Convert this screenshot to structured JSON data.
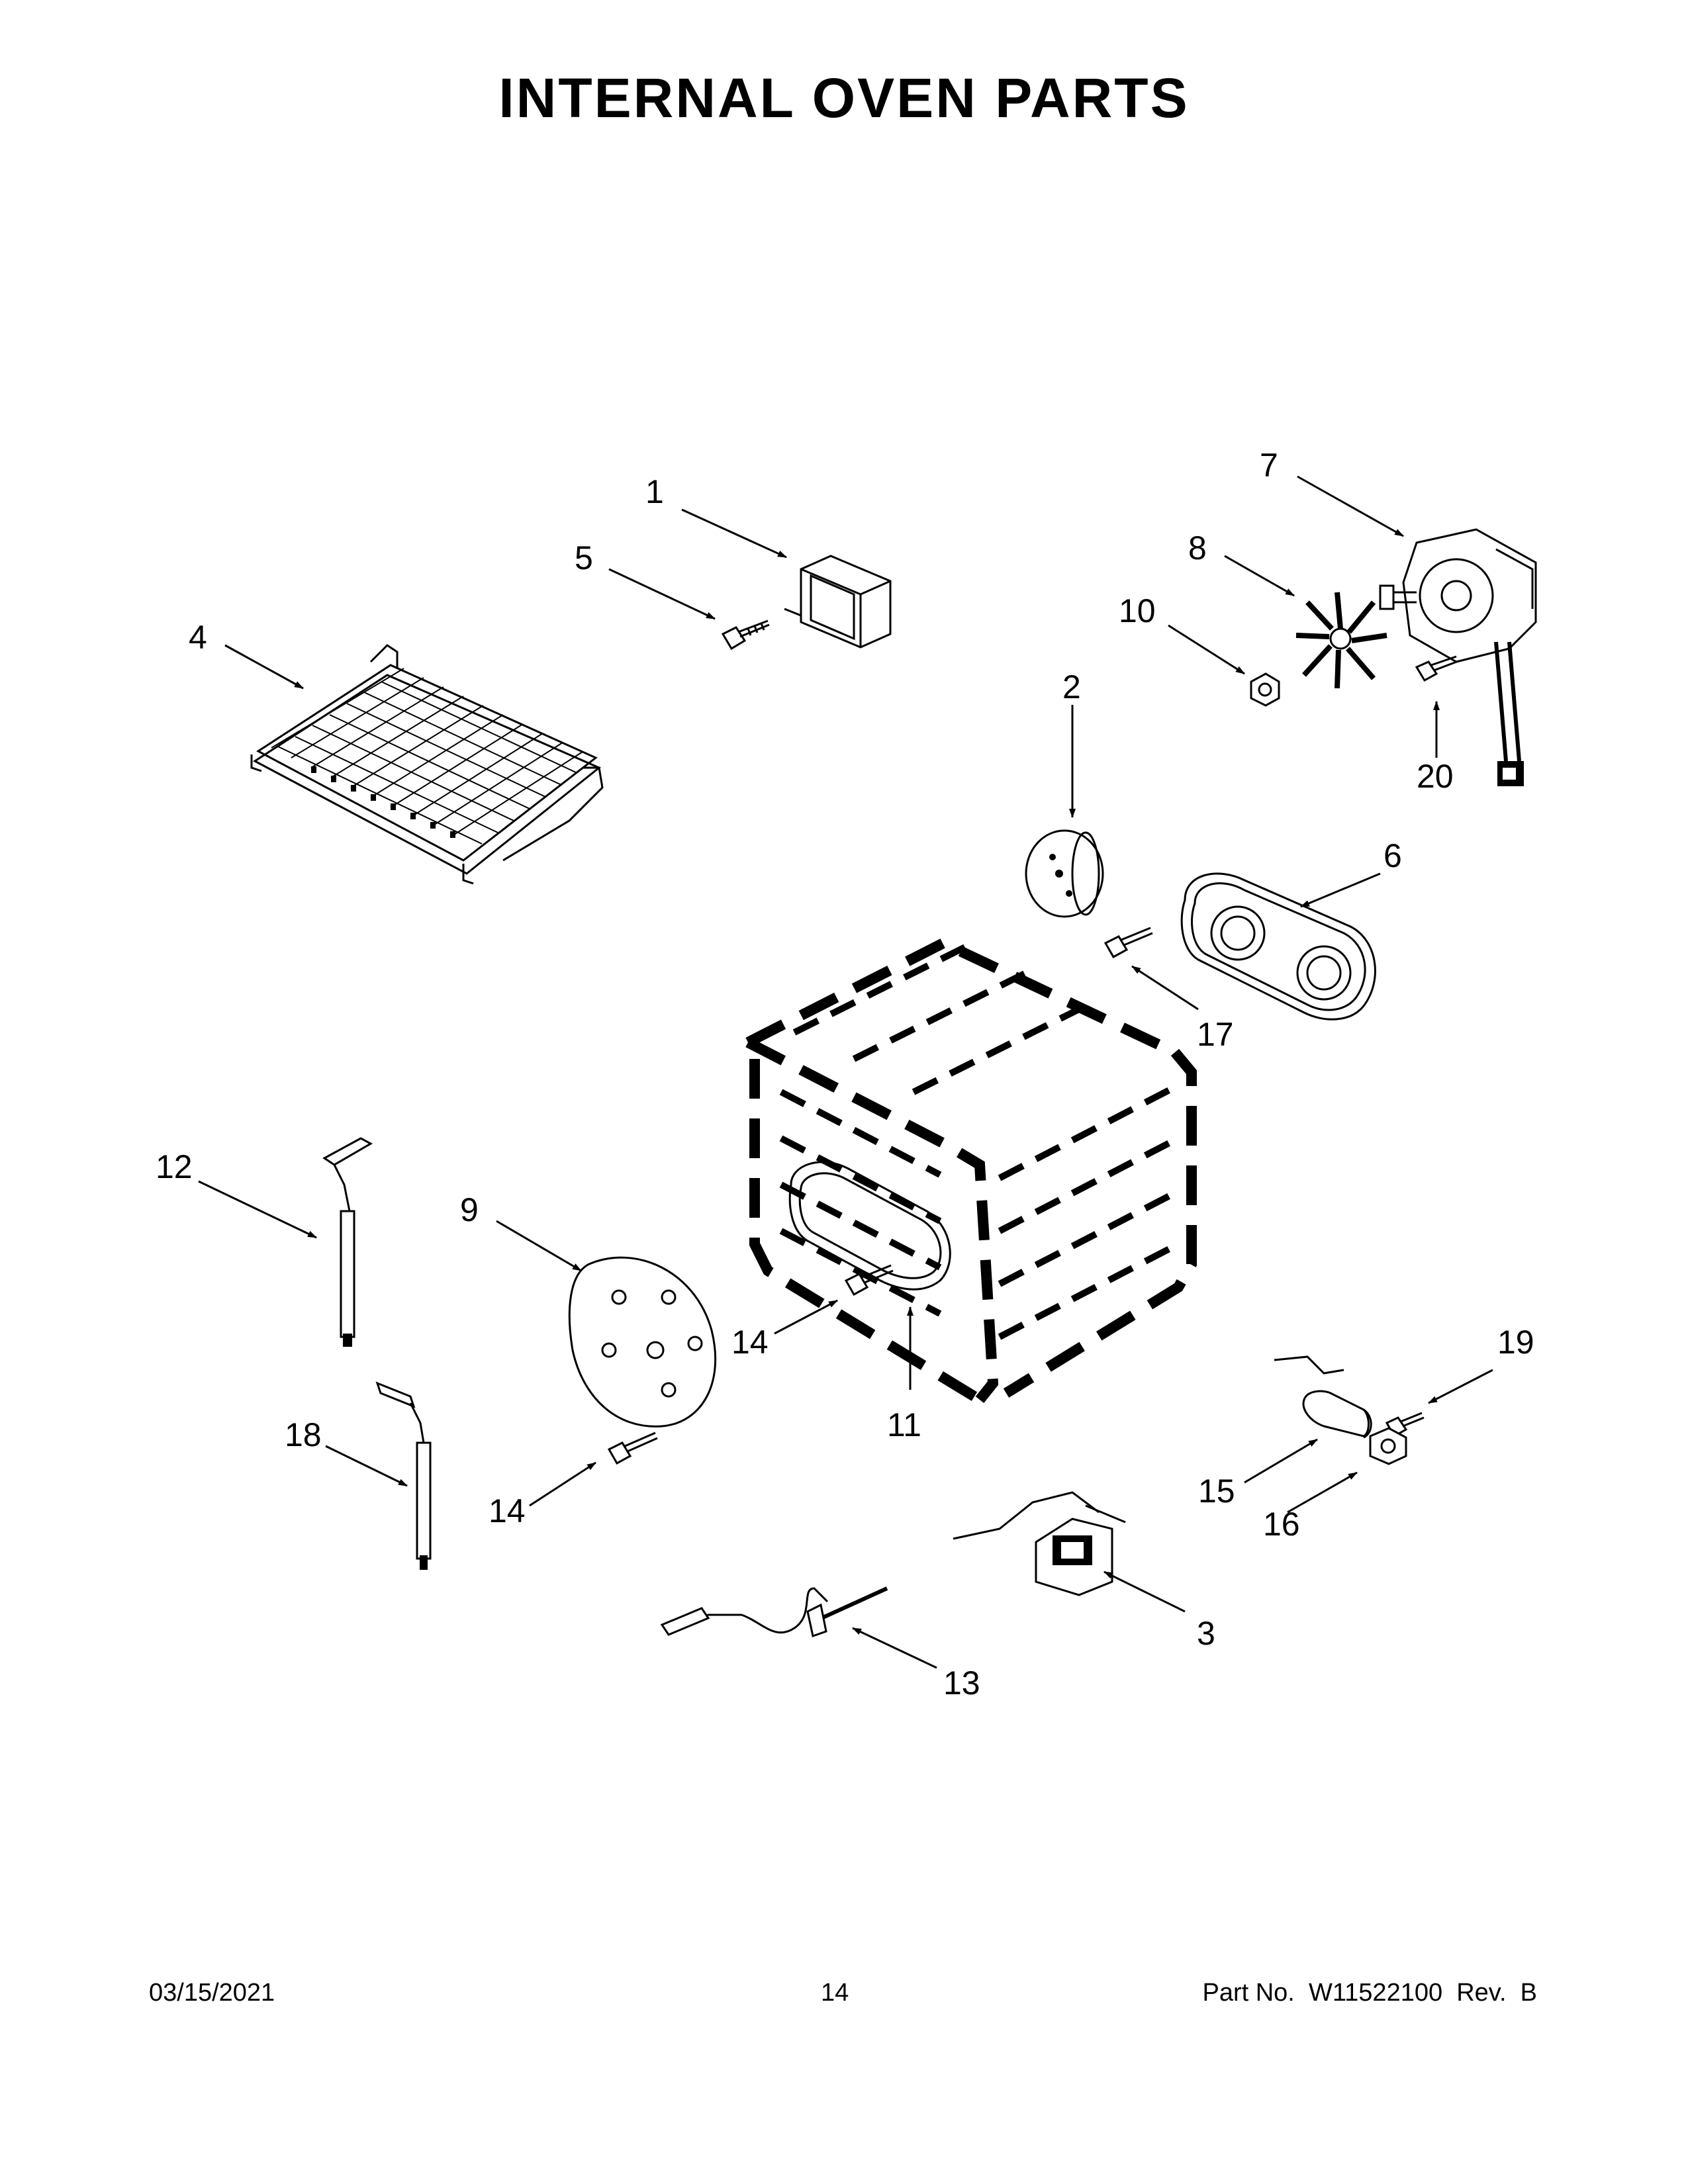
{
  "page": {
    "title": "INTERNAL OVEN PARTS"
  },
  "callouts": {
    "c1": "1",
    "c2": "2",
    "c3": "3",
    "c4": "4",
    "c5": "5",
    "c6": "6",
    "c7": "7",
    "c8": "8",
    "c9": "9",
    "c10": "10",
    "c11": "11",
    "c12": "12",
    "c13": "13",
    "c14a": "14",
    "c14b": "14",
    "c15": "15",
    "c16": "16",
    "c17": "17",
    "c18": "18",
    "c19": "19",
    "c20": "20"
  },
  "footer": {
    "date": "03/15/2021",
    "page_number": "14",
    "part_number": "Part No.  W11522100  Rev.  B"
  }
}
